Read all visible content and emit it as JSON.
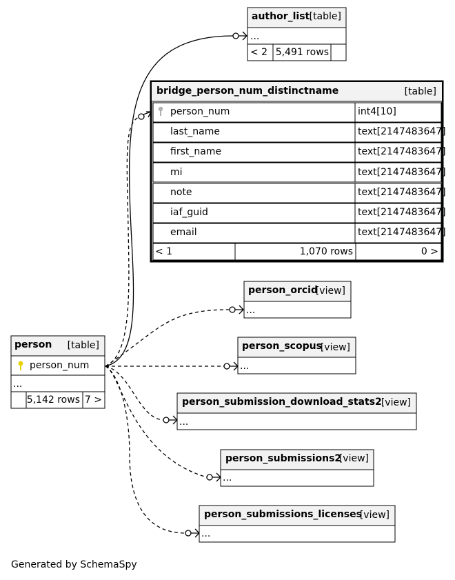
{
  "footer": "Generated by SchemaSpy",
  "colors": {
    "header_fill": "#f2f2f2",
    "key_icon": "#e8d000",
    "fk_icon": "#b0b0b0"
  },
  "tables": {
    "author_list": {
      "name": "author_list",
      "kind": "[table]",
      "ellipsis": "...",
      "parents": "< 2",
      "rows": "5,491 rows",
      "children": ""
    },
    "bridge": {
      "name": "bridge_person_num_distinctname",
      "kind": "[table]",
      "columns": [
        {
          "name": "person_num",
          "type": "int4[10]"
        },
        {
          "name": "last_name",
          "type": "text[2147483647]"
        },
        {
          "name": "first_name",
          "type": "text[2147483647]"
        },
        {
          "name": "mi",
          "type": "text[2147483647]"
        },
        {
          "name": "note",
          "type": "text[2147483647]"
        },
        {
          "name": "iaf_guid",
          "type": "text[2147483647]"
        },
        {
          "name": "email",
          "type": "text[2147483647]"
        }
      ],
      "parents": "< 1",
      "rows": "1,070 rows",
      "children": "0 >"
    },
    "person": {
      "name": "person",
      "kind": "[table]",
      "pk": "person_num",
      "ellipsis": "...",
      "parents": "",
      "rows": "5,142 rows",
      "children": "7 >"
    },
    "person_orcid": {
      "name": "person_orcid",
      "kind": "[view]",
      "ellipsis": "..."
    },
    "person_scopus": {
      "name": "person_scopus",
      "kind": "[view]",
      "ellipsis": "..."
    },
    "person_submission_download_stats2": {
      "name": "person_submission_download_stats2",
      "kind": "[view]",
      "ellipsis": "..."
    },
    "person_submissions2": {
      "name": "person_submissions2",
      "kind": "[view]",
      "ellipsis": "..."
    },
    "person_submissions_licenses": {
      "name": "person_submissions_licenses",
      "kind": "[view]",
      "ellipsis": "..."
    }
  }
}
